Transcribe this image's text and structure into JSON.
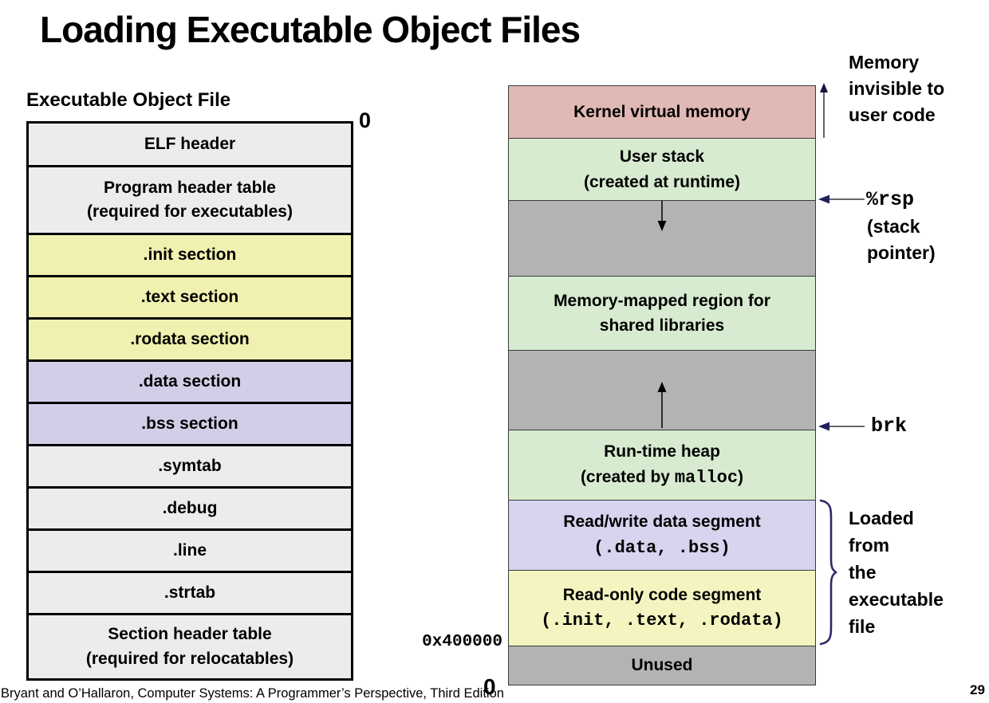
{
  "title": "Loading Executable Object Files",
  "footer": {
    "citation": "Bryant and O’Hallaron, Computer Systems: A Programmer’s Perspective, Third Edition",
    "page": "29"
  },
  "file_diagram": {
    "heading": "Executable Object File",
    "top_offset": "0",
    "rows": [
      {
        "label": "ELF header"
      },
      {
        "label": "Program header table\n(required for executables)"
      },
      {
        "label": ".init section"
      },
      {
        "label": ".text section"
      },
      {
        "label": ".rodata section"
      },
      {
        "label": ".data section"
      },
      {
        "label": ".bss section"
      },
      {
        "label": ".symtab"
      },
      {
        "label": ".debug"
      },
      {
        "label": ".line"
      },
      {
        "label": ".strtab"
      },
      {
        "label": "Section header table\n(required for relocatables)"
      }
    ]
  },
  "memory_diagram": {
    "kernel": "Kernel virtual memory",
    "stack_line1": "User stack",
    "stack_line2": "(created at runtime)",
    "mmap_line1": "Memory-mapped region for",
    "mmap_line2": "shared libraries",
    "heap_line1": "Run-time heap",
    "heap_line2_pre": "(created by ",
    "heap_line2_mono": "malloc",
    "heap_line2_post": ")",
    "rw_line1": "Read/write data segment",
    "rw_line2": "(.data, .bss)",
    "ro_line1": "Read-only code segment",
    "ro_line2": "(.init, .text, .rodata)",
    "unused": "Unused",
    "address_label": "0x400000",
    "origin_label": "0"
  },
  "annotations": {
    "invisible": "Memory\ninvisible to\nuser code",
    "rsp_register": "%rsp",
    "rsp_caption": "(stack\npointer)",
    "brk": "brk",
    "loaded": "Loaded\nfrom\nthe\nexecutable\nfile"
  },
  "colors": {
    "file_row_gray": "#ececec",
    "file_row_yellow": "#f0f0b0",
    "file_row_lavender": "#d1cfe8",
    "mem_kernel_pink": "#e0b8b4",
    "mem_green": "#d6ebd0",
    "mem_gray": "#b3b3b3",
    "mem_lavender": "#d6d4ee",
    "mem_yellow": "#f4f4c0",
    "annotation_navy": "#1f1f5e"
  }
}
